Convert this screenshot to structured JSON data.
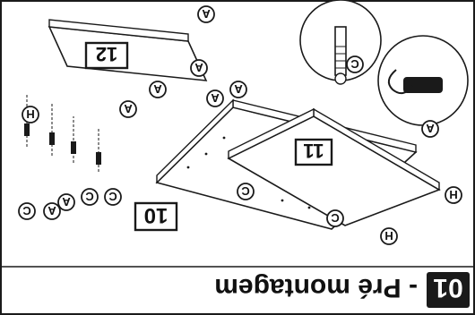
{
  "header": {
    "step_number": "01",
    "title": "- Pré montagem"
  },
  "panels": [
    {
      "id": "panel-10",
      "number": "10"
    },
    {
      "id": "panel-11",
      "number": "11"
    },
    {
      "id": "panel-12",
      "number": "12"
    }
  ],
  "part_labels": {
    "a": "A",
    "c": "C",
    "h": "H"
  },
  "colors": {
    "line": "#1a1a1a",
    "panel_fill": "#ffffff",
    "badge_fill": "#1a1a1a",
    "badge_text": "#ffffff"
  }
}
